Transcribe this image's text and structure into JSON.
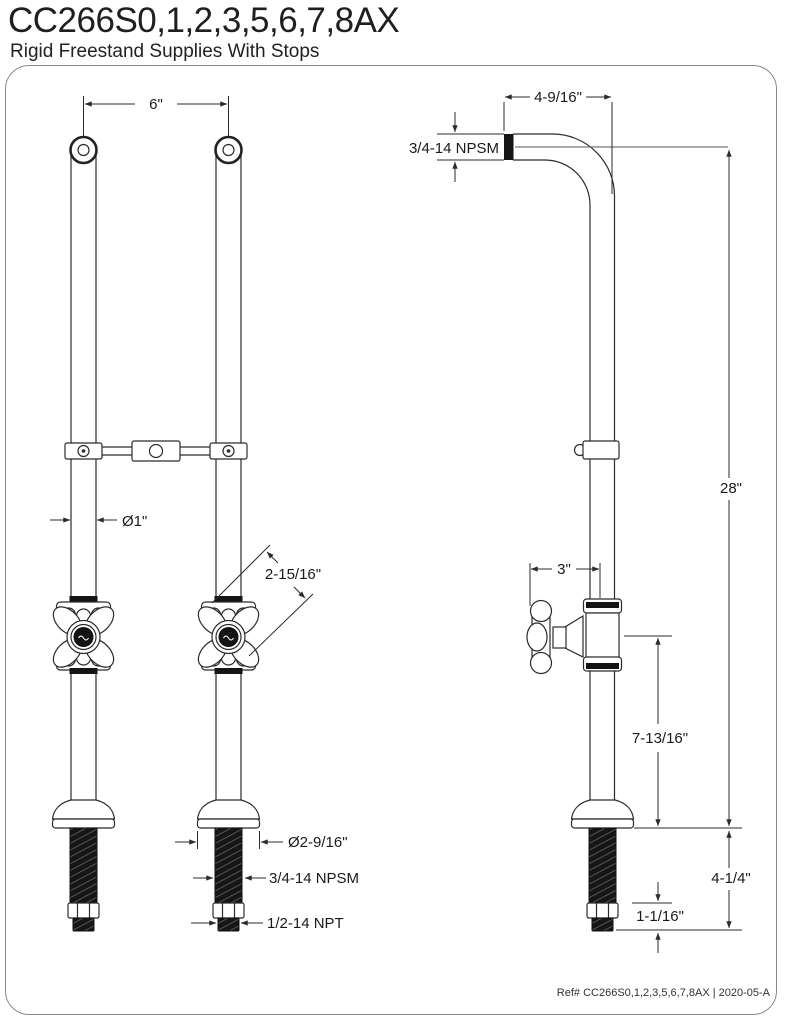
{
  "header": {
    "title": "CC266S0,1,2,3,5,6,7,8AX",
    "subtitle": "Rigid Freestand Supplies With Stops"
  },
  "footer": {
    "ref_text": "Ref# CC266S0,1,2,3,5,6,7,8AX | 2020-05-A"
  },
  "dims": {
    "spread": "6\"",
    "outlet_reach": "4-9/16\"",
    "outlet_thread": "3/4-14 NPSM",
    "pipe_od": "Ø1\"",
    "handle_span": "2-15/16\"",
    "overall_height": "28\"",
    "handle_depth": "3\"",
    "valve_to_floor": "7-13/16\"",
    "flange_od": "Ø2-9/16\"",
    "shank_thread": "3/4-14 NPSM",
    "inlet_thread": "1/2-14 NPT",
    "shank_length": "4-1/4\"",
    "tip_length": "1-1/16\""
  }
}
